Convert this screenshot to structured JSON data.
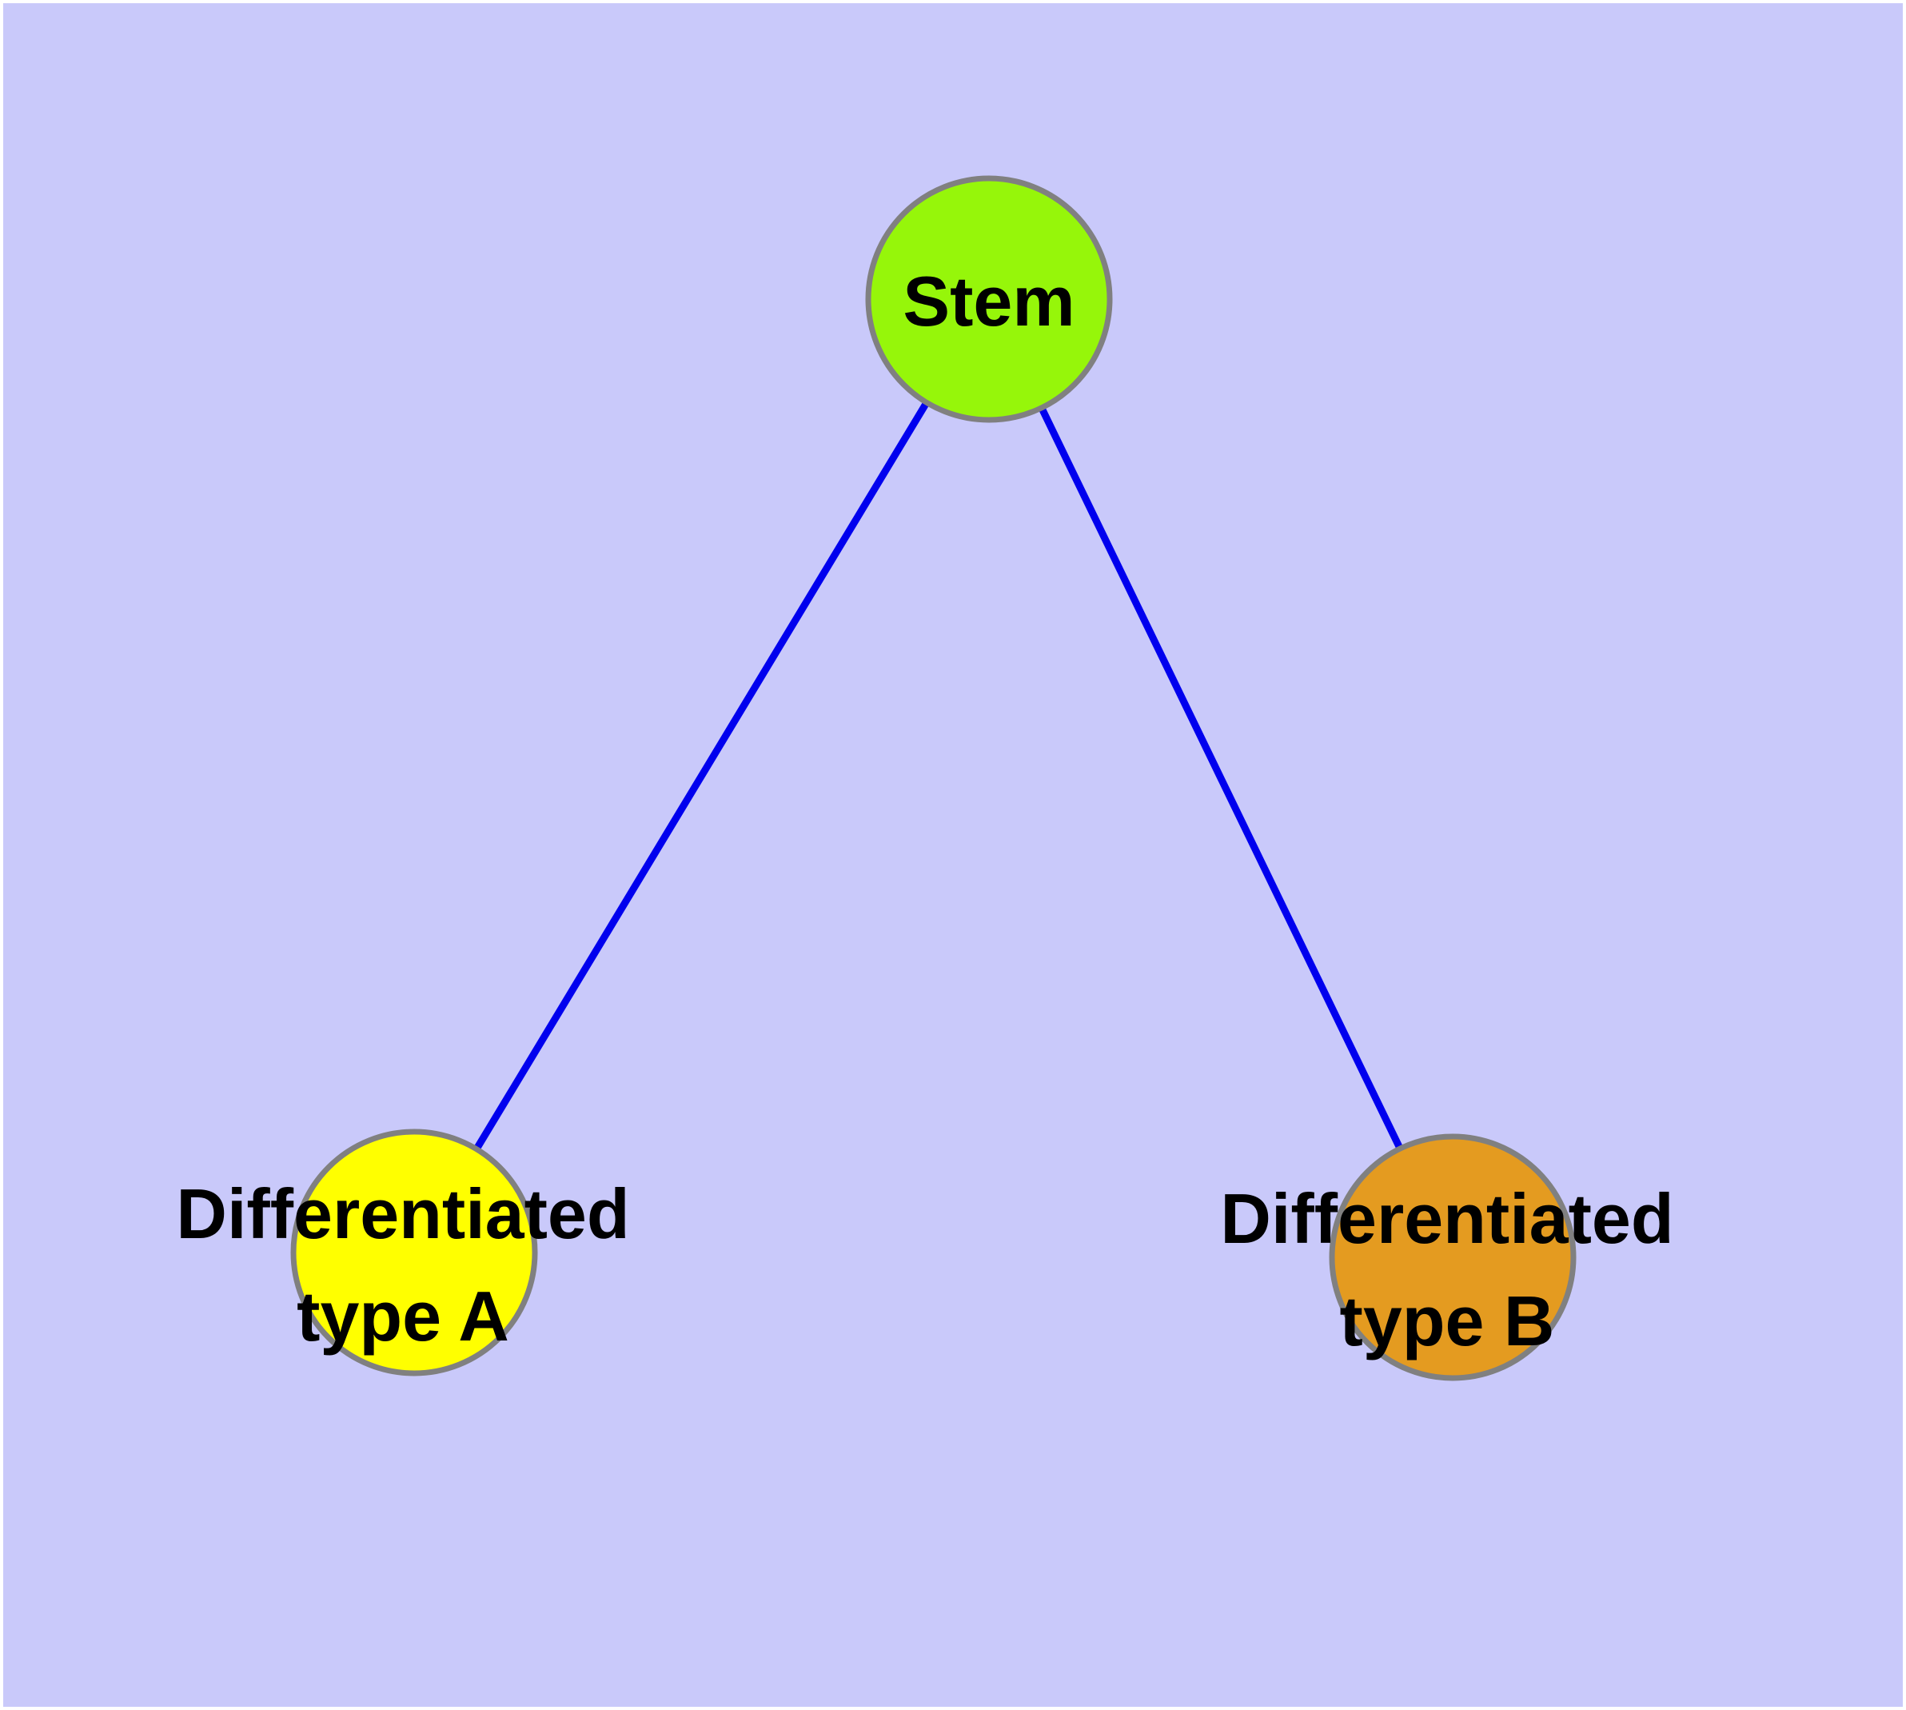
{
  "diagram": {
    "type": "graph",
    "background_color": "#C9C9FA",
    "margin_color": "#FFFFFF",
    "node_border_color": "#808080",
    "edge_color": "#0000EE",
    "label_color": "#000000",
    "nodes": [
      {
        "id": "stem",
        "label": "Stem",
        "fill": "#96F60A"
      },
      {
        "id": "differentiated-type-a",
        "label": "Differentiated type A",
        "label_line1": "Differentiated",
        "label_line2": "type A",
        "fill": "#FFFF00"
      },
      {
        "id": "differentiated-type-b",
        "label": "Differentiated type B",
        "label_line1": "Differentiated",
        "label_line2": "type B",
        "fill": "#E49B20"
      }
    ],
    "edges": [
      {
        "from": "Stem",
        "to": "Differentiated type A"
      },
      {
        "from": "Stem",
        "to": "Differentiated type B"
      }
    ]
  }
}
